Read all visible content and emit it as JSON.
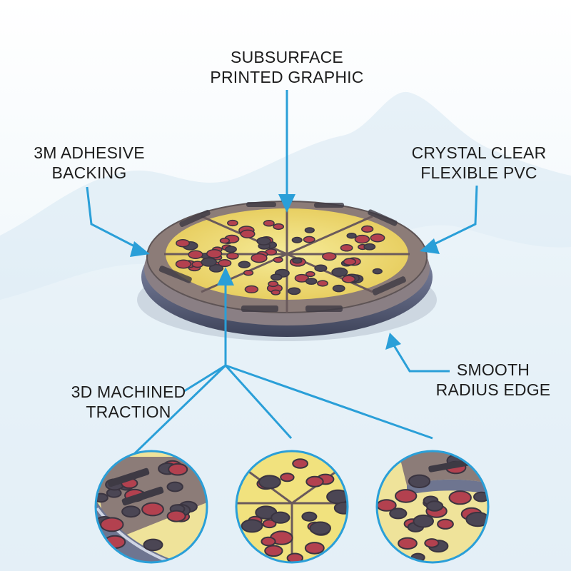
{
  "labels": {
    "subsurface": {
      "line1": "SUBSURFACE",
      "line2": "PRINTED GRAPHIC"
    },
    "adhesive": {
      "line1": "3M ADHESIVE",
      "line2": "BACKING"
    },
    "pvc": {
      "line1": "CRYSTAL CLEAR",
      "line2": "FLEXIBLE PVC"
    },
    "edge": {
      "line1": "SMOOTH",
      "line2": "RADIUS EDGE"
    },
    "traction": {
      "line1": "3D MACHINED",
      "line2": "TRACTION"
    }
  },
  "colors": {
    "arrow": "#2a9fd8",
    "crust": "#8c7c78",
    "cheese": "#f1e27e",
    "pepperoni": "#b3414f",
    "pvc_edge": "#6e7590",
    "mountains": "#d9eaf4"
  },
  "icons": {
    "product": "pizza-traction-pad",
    "zoom": "magnified-detail-circle"
  }
}
